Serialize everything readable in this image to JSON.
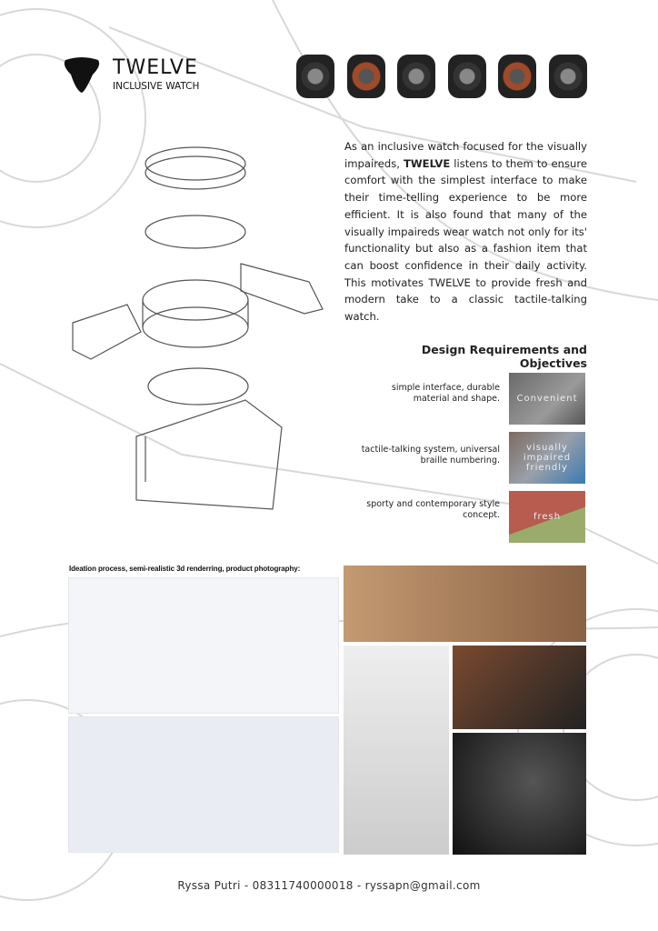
{
  "header": {
    "brand": "TWELVE",
    "subtitle": "INCLUSIVE WATCH",
    "logo_icon": "rounded-triangle-logo"
  },
  "intro": {
    "before": "As an inclusive watch focused for the visually impaireds, ",
    "brand": "TWELVE",
    "after": " listens to them to ensure comfort with the simplest interface to make their time-telling experience to be more efficient. It is also found that many of the visually impaireds wear watch not only for its' functionality but also as a fashion item that can boost confidence in their daily activity. This motivates TWELVE to provide fresh and modern take to a classic tactile-talking watch."
  },
  "requirements": {
    "title": "Design Requirements and Objectives",
    "items": [
      {
        "text": "simple interface, durable material and shape.",
        "image_label": "Convenient"
      },
      {
        "text": "tactile-talking system, universal braille numbering.",
        "image_label": "visually impaired friendly"
      },
      {
        "text": "sporty and contemporary style concept.",
        "image_label": "fresh"
      }
    ]
  },
  "ideation": {
    "label": "Ideation process, semi-realistic 3d renderring, product photography:"
  },
  "footer": {
    "text": "Ryssa Putri - 08311740000018 - ryssapn@gmail.com"
  }
}
